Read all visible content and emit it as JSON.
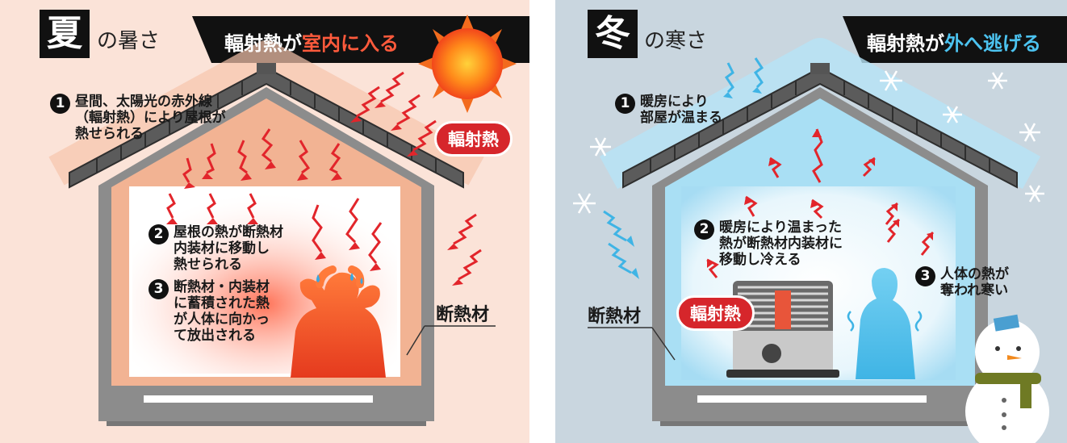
{
  "summer": {
    "season": "夏",
    "subtitle": "の暑さ",
    "banner_prefix": "輻射熱が",
    "banner_highlight": "室内に入る",
    "radiant_badge": "輻射熱",
    "insulation_label": "断熱材",
    "steps": [
      {
        "num": "1",
        "lines": [
          "昼間、太陽光の赤外線",
          "（輻射熱）により屋根が",
          "熱せられる"
        ]
      },
      {
        "num": "2",
        "lines": [
          "屋根の熱が断熱材",
          "内装材に移動し",
          "熱せられる"
        ]
      },
      {
        "num": "3",
        "lines": [
          "断熱材・内装材",
          "に蓄積された熱",
          "が人体に向かっ",
          "て放出される"
        ]
      }
    ],
    "colors": {
      "background": "#fbe3d8",
      "accent": "#f04e23",
      "highlight_text": "#ff5a3c"
    }
  },
  "winter": {
    "season": "冬",
    "subtitle": "の寒さ",
    "banner_prefix": "輻射熱が",
    "banner_highlight": "外へ逃げる",
    "radiant_badge": "輻射熱",
    "insulation_label": "断熱材",
    "steps": [
      {
        "num": "1",
        "lines": [
          "暖房により",
          "部屋が温まる"
        ]
      },
      {
        "num": "2",
        "lines": [
          "暖房により温まった",
          "熱が断熱材内装材に",
          "移動し冷える"
        ]
      },
      {
        "num": "3",
        "lines": [
          "人体の熱が",
          "奪われ寒い"
        ]
      }
    ],
    "colors": {
      "background": "#c9d6df",
      "accent": "#3fb4e5",
      "highlight_text": "#4cc3f0"
    }
  }
}
